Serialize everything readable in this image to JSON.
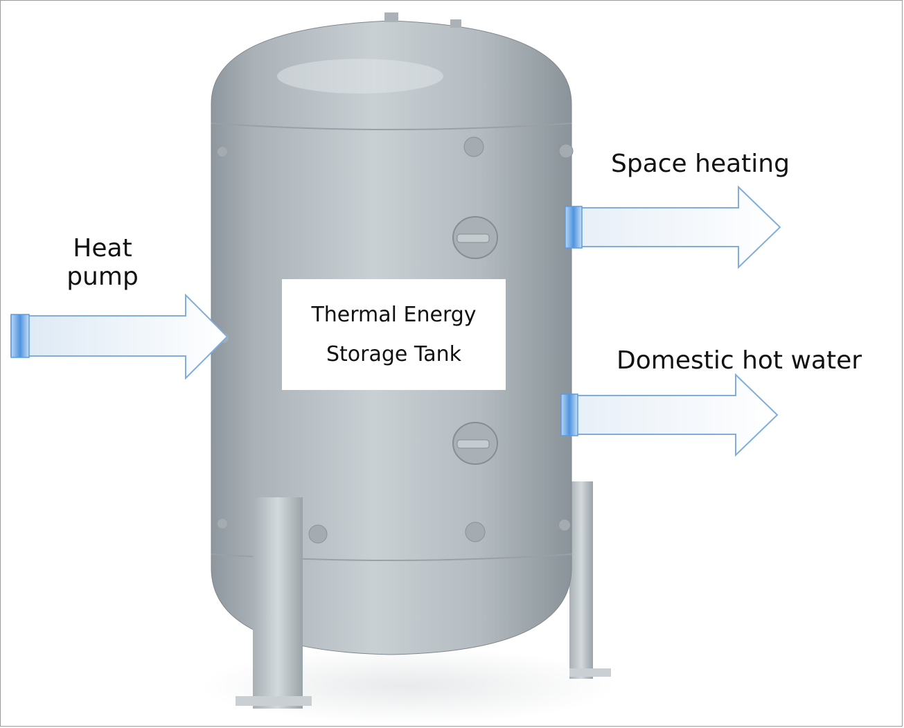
{
  "labels": {
    "heat_pump_line1": "Heat",
    "heat_pump_line2": "pump",
    "space_heating": "Space heating",
    "domestic_hot_water": "Domestic hot water",
    "tank_line1": "Thermal Energy",
    "tank_line2": "Storage Tank"
  },
  "colors": {
    "tank_body": "#b4bcc1",
    "arrow_outline": "#7faedc",
    "arrow_fill": "#eef4fa",
    "flange": "#5a9be0",
    "text": "#111111"
  },
  "icons": [
    "thermal-storage-tank-illustration",
    "inlet-arrow-icon",
    "outlet-arrow-icon"
  ]
}
